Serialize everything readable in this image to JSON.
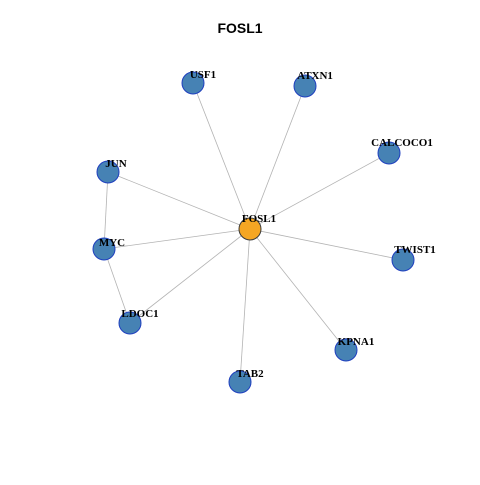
{
  "title": "FOSL1",
  "colors": {
    "hub": "#f5a623",
    "node": "#4682b4",
    "edge": "#b3b3b3"
  },
  "network": {
    "hub": "FOSL1",
    "nodes": [
      {
        "id": "FOSL1",
        "role": "hub"
      },
      {
        "id": "USF1",
        "role": "neighbor"
      },
      {
        "id": "ATXN1",
        "role": "neighbor"
      },
      {
        "id": "CALCOCO1",
        "role": "neighbor"
      },
      {
        "id": "JUN",
        "role": "neighbor"
      },
      {
        "id": "MYC",
        "role": "neighbor"
      },
      {
        "id": "TWIST1",
        "role": "neighbor"
      },
      {
        "id": "LDOC1",
        "role": "neighbor"
      },
      {
        "id": "KPNA1",
        "role": "neighbor"
      },
      {
        "id": "TAB2",
        "role": "neighbor"
      }
    ],
    "edges": [
      [
        "FOSL1",
        "USF1"
      ],
      [
        "FOSL1",
        "ATXN1"
      ],
      [
        "FOSL1",
        "CALCOCO1"
      ],
      [
        "FOSL1",
        "JUN"
      ],
      [
        "FOSL1",
        "MYC"
      ],
      [
        "FOSL1",
        "TWIST1"
      ],
      [
        "FOSL1",
        "LDOC1"
      ],
      [
        "FOSL1",
        "KPNA1"
      ],
      [
        "FOSL1",
        "TAB2"
      ],
      [
        "JUN",
        "MYC"
      ],
      [
        "MYC",
        "LDOC1"
      ]
    ]
  }
}
